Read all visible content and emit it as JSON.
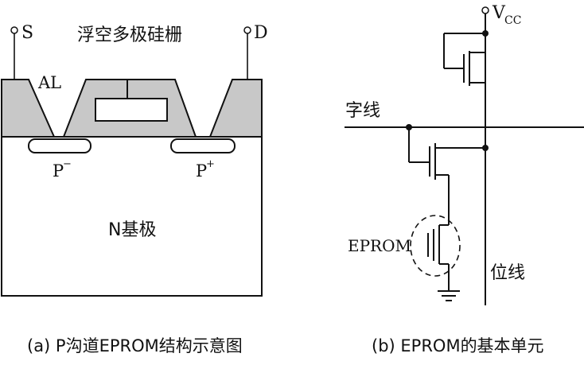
{
  "left": {
    "label_s": "S",
    "label_d": "D",
    "label_floating_gate": "浮空多极硅栅",
    "label_al": "AL",
    "label_p_minus": "P",
    "label_p_minus_sup": "−",
    "label_p_plus": "P",
    "label_p_plus_sup": "+",
    "label_n_substrate": "N基极",
    "caption": "(a) P沟道EPROM结构示意图"
  },
  "right": {
    "label_vcc": "V",
    "label_vcc_sub": "CC",
    "label_word_line": "字线",
    "label_bit_line": "位线",
    "label_eprom": "EPROM",
    "caption": "(b) EPROM的基本单元"
  },
  "colors": {
    "oxide_fill": "#c8c8c8",
    "line": "#111111",
    "background": "#ffffff"
  }
}
